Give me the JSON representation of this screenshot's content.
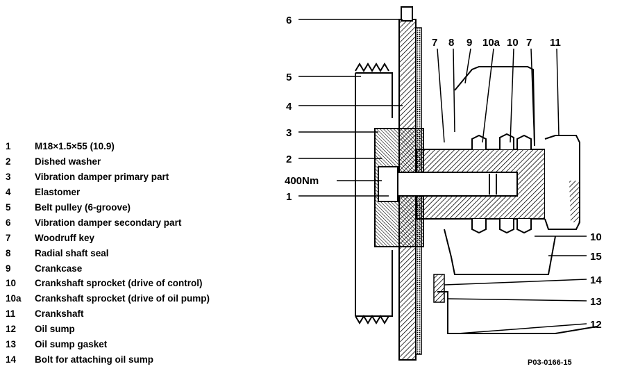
{
  "legend": [
    {
      "num": "1",
      "text": "M18×1.5×55 (10.9)"
    },
    {
      "num": "2",
      "text": "Dished washer"
    },
    {
      "num": "3",
      "text": "Vibration damper primary part"
    },
    {
      "num": "4",
      "text": "Elastomer"
    },
    {
      "num": "5",
      "text": "Belt pulley (6-groove)"
    },
    {
      "num": "6",
      "text": "Vibration damper secondary part"
    },
    {
      "num": "7",
      "text": "Woodruff key"
    },
    {
      "num": "8",
      "text": "Radial shaft seal"
    },
    {
      "num": "9",
      "text": "Crankcase"
    },
    {
      "num": "10",
      "text": "Crankshaft sprocket (drive of control)"
    },
    {
      "num": "10a",
      "text": "Crankshaft sprocket (drive of oil pump)"
    },
    {
      "num": "11",
      "text": "Crankshaft"
    },
    {
      "num": "12",
      "text": "Oil sump"
    },
    {
      "num": "13",
      "text": "Oil sump gasket"
    },
    {
      "num": "14",
      "text": "Bolt for attaching oil sump"
    }
  ],
  "callouts": {
    "c6": "6",
    "c5": "5",
    "c4": "4",
    "c3": "3",
    "c2": "2",
    "torque": "400Nm",
    "c1": "1",
    "top7a": "7",
    "top8": "8",
    "top9": "9",
    "top10a": "10a",
    "top10": "10",
    "top7b": "7",
    "top11": "11",
    "r10": "10",
    "r15": "15",
    "r14": "14",
    "r13": "13",
    "r12": "12"
  },
  "figure_code": "P03-0166-15"
}
